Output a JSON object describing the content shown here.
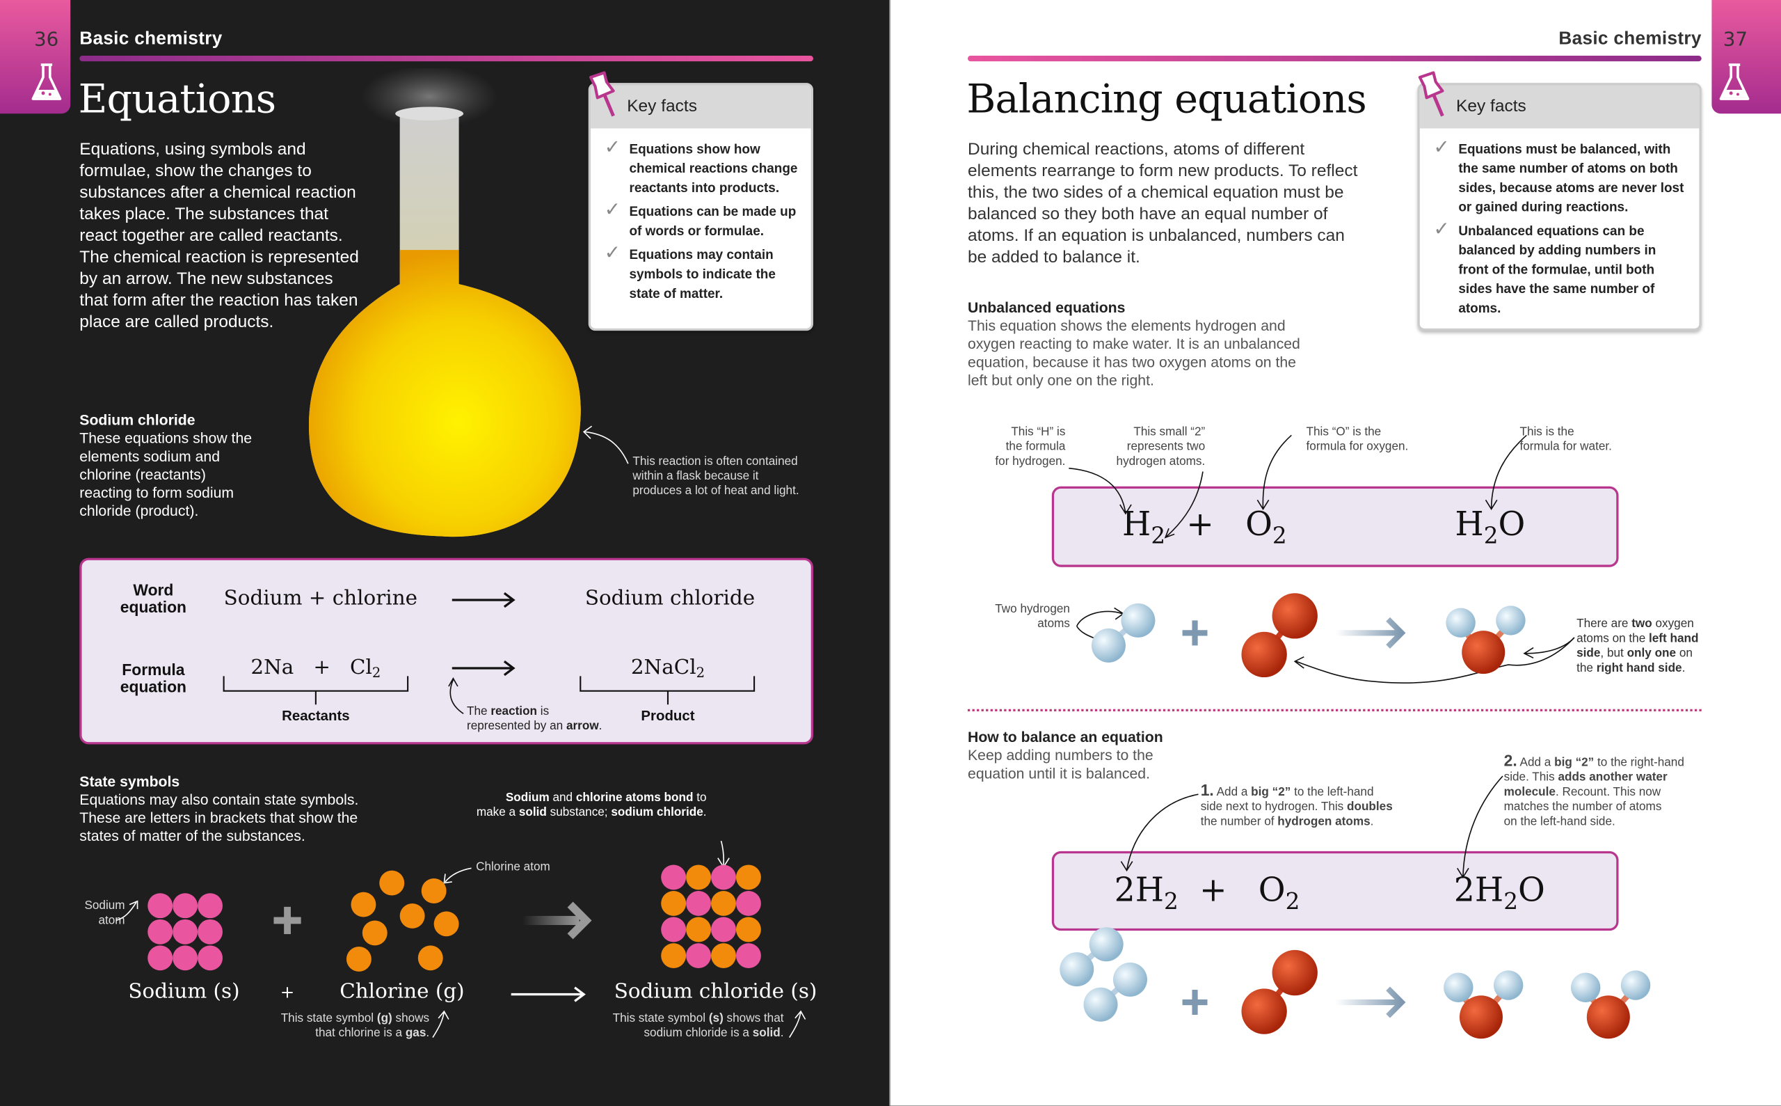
{
  "left": {
    "page_number": "36",
    "section": "Basic chemistry",
    "title": "Equations",
    "intro": "Equations, using symbols and formulae, show the changes to substances after a chemical reaction takes place. The substances that react together are called reactants. The chemical reaction is represented by an arrow. The new substances that form after the reaction has taken place are called products.",
    "key_facts": {
      "heading": "Key facts",
      "items": [
        "Equations show how chemical reactions change reactants into products.",
        "Equations can be made up of words or formulae.",
        "Equations may contain symbols to indicate the state of matter."
      ]
    },
    "sodium_chloride": {
      "heading": "Sodium chloride",
      "text": "These equations show the elements sodium and chlorine (reactants) reacting to form sodium chloride (product)."
    },
    "flask_note": "This reaction is often contained within a flask because it produces a lot of heat and light.",
    "equation_box": {
      "word_label": "Word equation",
      "word_left": "Sodium + chlorine",
      "word_right": "Sodium chloride",
      "formula_label": "Formula equation",
      "formula_left": [
        {
          "t": "2Na   +   Cl"
        },
        {
          "t": "2",
          "sub": true
        }
      ],
      "formula_right": [
        {
          "t": "2NaCl"
        },
        {
          "t": "2",
          "sub": true
        }
      ],
      "reactants": "Reactants",
      "product": "Product",
      "arrow_note": [
        {
          "t": "The "
        },
        {
          "t": "reaction",
          "b": true
        },
        {
          "t": " is\nrepresented by an "
        },
        {
          "t": "arrow",
          "b": true
        },
        {
          "t": "."
        }
      ]
    },
    "state_symbols": {
      "heading": "State symbols",
      "text": "Equations may also contain state symbols. These are letters in brackets that show the states of matter of the substances."
    },
    "bond_note": [
      {
        "t": "Sodium",
        "b": true
      },
      {
        "t": " and "
      },
      {
        "t": "chlorine atoms bond",
        "b": true
      },
      {
        "t": " to\nmake a "
      },
      {
        "t": "solid",
        "b": true
      },
      {
        "t": " substance; "
      },
      {
        "t": "sodium chloride",
        "b": true
      },
      {
        "t": "."
      }
    ],
    "sodium_atom_label": "Sodium\natom",
    "chlorine_atom_label": "Chlorine atom",
    "labels": {
      "sodium": "Sodium (s)",
      "plus": "+",
      "chlorine": "Chlorine (g)",
      "nacl": "Sodium chloride (s)"
    },
    "gas_note": [
      {
        "t": "This state symbol "
      },
      {
        "t": "(g)",
        "b": true
      },
      {
        "t": " shows\nthat chlorine is a "
      },
      {
        "t": "gas",
        "b": true
      },
      {
        "t": "."
      }
    ],
    "solid_note": [
      {
        "t": "This state symbol "
      },
      {
        "t": "(s)",
        "b": true
      },
      {
        "t": " shows that\nsodium chloride is a "
      },
      {
        "t": "solid",
        "b": true
      },
      {
        "t": "."
      }
    ],
    "nacl_pattern": [
      "pink",
      "orange",
      "pink",
      "orange",
      "orange",
      "pink",
      "orange",
      "pink",
      "pink",
      "orange",
      "pink",
      "orange",
      "orange",
      "pink",
      "orange",
      "pink"
    ]
  },
  "right": {
    "page_number": "37",
    "section": "Basic chemistry",
    "title": "Balancing equations",
    "intro": "During chemical reactions, atoms of different elements rearrange to form new products. To reflect this, the two sides of a chemical equation must be balanced so they both have an equal number of atoms. If an equation is unbalanced, numbers can be added to balance it.",
    "key_facts": {
      "heading": "Key facts",
      "items": [
        "Equations must be balanced, with the same number of atoms on both sides, because atoms are never lost or gained during reactions.",
        "Unbalanced equations can be balanced by adding numbers in front of the formulae, until both sides have the same number of atoms."
      ]
    },
    "unbalanced": {
      "heading": "Unbalanced equations",
      "text": "This equation shows the elements hydrogen and oxygen reacting to make water. It is an unbalanced equation, because it has two oxygen atoms on the left but only one on the right."
    },
    "notes": {
      "h": "This “H” is\nthe formula\nfor hydrogen.",
      "two": "This small “2”\nrepresents two\nhydrogen atoms.",
      "o": "This “O” is the\nformula for oxygen.",
      "water": "This is the\nformula for water.",
      "two_h": "Two hydrogen\natoms"
    },
    "eq1": {
      "left": [
        {
          "t": "H"
        },
        {
          "t": "2",
          "sub": true
        },
        {
          "t": "  +   O"
        },
        {
          "t": "2",
          "sub": true
        }
      ],
      "right": [
        {
          "t": "H"
        },
        {
          "t": "2",
          "sub": true
        },
        {
          "t": "O"
        }
      ]
    },
    "oxygen_note": [
      {
        "t": "There are "
      },
      {
        "t": "two",
        "b": true
      },
      {
        "t": " oxygen\natoms on the "
      },
      {
        "t": "left hand\nside",
        "b": true
      },
      {
        "t": ", but "
      },
      {
        "t": "only one",
        "b": true
      },
      {
        "t": " on\nthe "
      },
      {
        "t": "right hand side",
        "b": true
      },
      {
        "t": "."
      }
    ],
    "balance": {
      "heading": "How to balance an equation",
      "text": "Keep adding numbers to the equation until it is balanced."
    },
    "step1": [
      {
        "t": "1.",
        "b": true,
        "big": true
      },
      {
        "t": " Add a "
      },
      {
        "t": "big “2”",
        "b": true
      },
      {
        "t": " to the left-hand\nside next to hydrogen. This "
      },
      {
        "t": "doubles",
        "b": true
      },
      {
        "t": "\nthe number of "
      },
      {
        "t": "hydrogen atoms",
        "b": true
      },
      {
        "t": "."
      }
    ],
    "step2": [
      {
        "t": "2.",
        "b": true,
        "big": true
      },
      {
        "t": " Add a "
      },
      {
        "t": "big “2”",
        "b": true
      },
      {
        "t": " to the right-hand\nside. This "
      },
      {
        "t": "adds another water\nmolecule",
        "b": true
      },
      {
        "t": ". Recount. This now\nmatches the number of atoms\non the left-hand side."
      }
    ],
    "eq2": {
      "left": [
        {
          "t": "2H"
        },
        {
          "t": "2",
          "sub": true
        },
        {
          "t": "  +   O"
        },
        {
          "t": "2",
          "sub": true
        }
      ],
      "right": [
        {
          "t": "2H"
        },
        {
          "t": "2",
          "sub": true
        },
        {
          "t": "O"
        }
      ]
    }
  },
  "colors": {
    "pink": "#e9559f",
    "purple": "#8e2a86",
    "orange": "#f28a0c",
    "hydrogen": "#c9e1f0",
    "oxygen": "#d83a16",
    "dark_bg": "#1e1e1e",
    "box_bg": "#ece6f2"
  },
  "icons": [
    "flask-icon",
    "pushpin-icon",
    "checkmark-icon",
    "arrow-right-icon",
    "plus-icon"
  ]
}
